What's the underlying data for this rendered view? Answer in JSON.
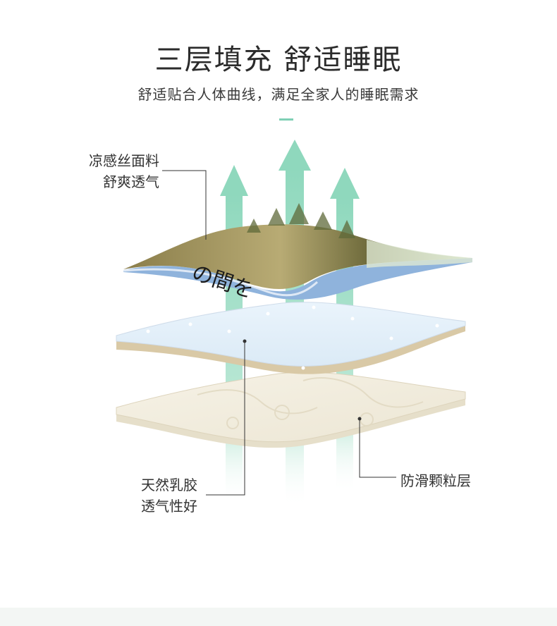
{
  "heading": {
    "title": "三层填充 舒适睡眠",
    "subtitle": "舒适贴合人体曲线，满足全家人的睡眠需求"
  },
  "callouts": {
    "top_layer": [
      "凉感丝面料",
      "舒爽透气"
    ],
    "middle_layer": [
      "天然乳胶",
      "透气性好"
    ],
    "bottom_layer": "防滑颗粒层"
  },
  "fabric_print_text": "の間を",
  "colors": {
    "accent": "#7fd0b5",
    "arrow": "#93d9c0",
    "latex_top": "#e6f2fb",
    "latex_edge": "#d7c7a3",
    "cream": "#f3efe3"
  }
}
